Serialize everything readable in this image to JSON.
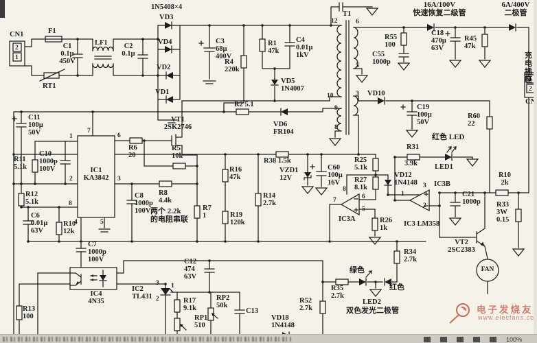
{
  "schematic": {
    "labels": {
      "cn1": "CN1",
      "f1": "F1",
      "c1": "C1\n0.1µ\n450V",
      "lf1": "LF1",
      "c2": "C2\n0.1µ",
      "rt1": "RT1",
      "bridge": "1N5408×4",
      "vd3": "VD3",
      "vd4": "VD4",
      "vd2": "VD2",
      "vd1": "VD1",
      "c3": "C3\n68µ\n400V",
      "r4": "R4\n220k",
      "r1": "R1\n47k",
      "c4": "C4\n0.01µ\n1kV",
      "vd5": "VD5\n1N4007",
      "r2": "R2 5.1",
      "t1": "T1",
      "fast_note": "16A/100V\n快速恢复二级管",
      "diode_note": "6A/400V\n二极管",
      "r55": "R55\n100",
      "c55": "C55\n1000p",
      "c18": "C18\n470µ\n63V",
      "r45": "R45\n47k",
      "vd10": "VD10",
      "c19": "C19\n100µ\n50V",
      "r60": "R60\n22",
      "socket": "充电\n插座",
      "cn2": "CN",
      "c11": "C11\n100µ\n50V",
      "r11": "R11\n5.1k",
      "c10": "C10\n1000p\n100V",
      "ic1": "IC1\nKA3842",
      "r6": "R6\n20",
      "vt1": "VT1\n2SK2746",
      "r5": "R5\n10k",
      "r12": "R12\n5.1k",
      "c6": "C6\n0.01µ\n63V",
      "r10a": "R10\n12k",
      "c8": "C8\n1000p\n100V",
      "r8": "R8\n4.4k",
      "series_note": "两个 2.2k\n的电阻串联",
      "r7": "R7\n1",
      "c7": "C7\n1000p\n100V",
      "r16": "R16\n47k",
      "r19": "R19\n120k",
      "r14": "R14\n2.7k",
      "r38": "R38 1.5k",
      "vzd1": "VZD1\n12V",
      "c60": "C60\n100µ\n16V",
      "vd6": "VD6\nFR104",
      "ic4": "IC4\n4N35",
      "r13": "R13\n100",
      "ic2": "IC2\nTL431",
      "c12": "C12\n474\n63V",
      "r17": "R17\n9.1k",
      "rp1": "RP1\n510",
      "rp2": "RP2\n50k",
      "c13": "C13",
      "vd18": "VD18\n1N4148",
      "r52": "R52\n2.7k",
      "r25": "R25\n5.1k",
      "r27": "R27\n8.1k",
      "r26": "R26\n1k",
      "vd12": "VD12\n1N4148",
      "ic3a": "IC3A",
      "ic3b": "IC3B",
      "ic3": "IC3 LM358",
      "red_led_note": "红色 LED",
      "r31_name": "R31",
      "r31_val": "3.9k",
      "led1": "LED1",
      "c21": "C21\n1000p",
      "r10b": "R10\n2k",
      "r33": "R33\n3W\n0.15",
      "vt2": "VT2\n2SC2383",
      "fan": "FAN",
      "r34": "R34\n2.7k",
      "green_note": "绿色",
      "red_note": "红色",
      "led2": "LED2",
      "dual_note": "双色发光二极管",
      "r35": "R35\n2.7k"
    },
    "pins": {
      "cn1": [
        "2",
        "1"
      ],
      "t1": [
        "12",
        "6",
        "5",
        "10",
        "3",
        "9",
        "8"
      ],
      "ic1": [
        "7",
        "1",
        "6",
        "2",
        "3",
        "8",
        "4",
        "5"
      ],
      "ic3a": [
        "8",
        "7",
        "6",
        "5"
      ],
      "ic3b": [
        "3",
        "1",
        "2"
      ],
      "ic2": [
        "3",
        "1",
        "2"
      ],
      "cn2": [
        "1",
        "2"
      ]
    }
  },
  "watermark": {
    "brand": "电子发烧友",
    "site": "www.elecfans.com"
  },
  "statusbar": {
    "zoom_level": "100%"
  },
  "colors": {
    "ink": "#1d1d1d",
    "paper": "#f5f2ea",
    "watermark": "#c96b58"
  }
}
